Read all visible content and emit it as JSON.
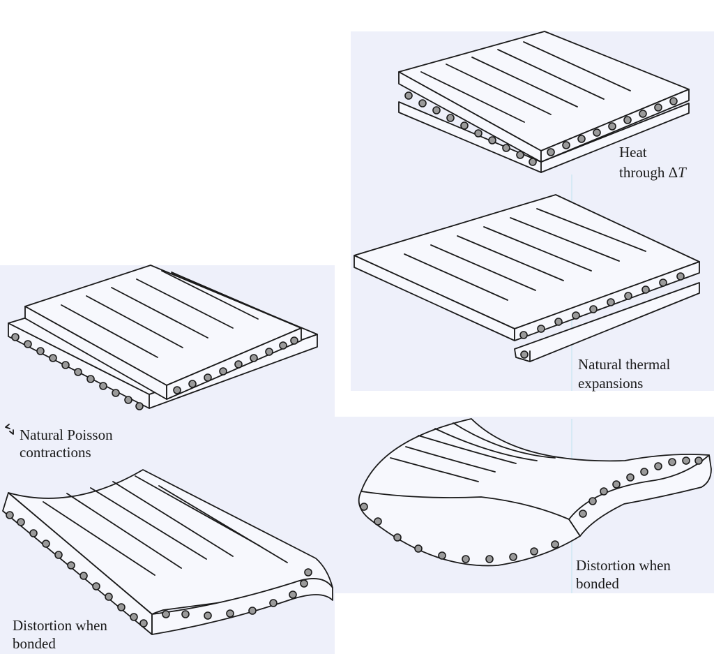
{
  "labels": {
    "heat_line1": "Heat",
    "heat_line2_prefix": "through ",
    "heat_line2_symbol": "Δ",
    "heat_line2_var": "T",
    "thermal_line1": "Natural thermal",
    "thermal_line2": "expansions",
    "poisson_line1": "Natural Poisson",
    "poisson_line2": "contractions",
    "distortion_left_line1": "Distortion when",
    "distortion_left_line2": "bonded",
    "distortion_right_line1": "Distortion when",
    "distortion_right_line2": "bonded"
  }
}
